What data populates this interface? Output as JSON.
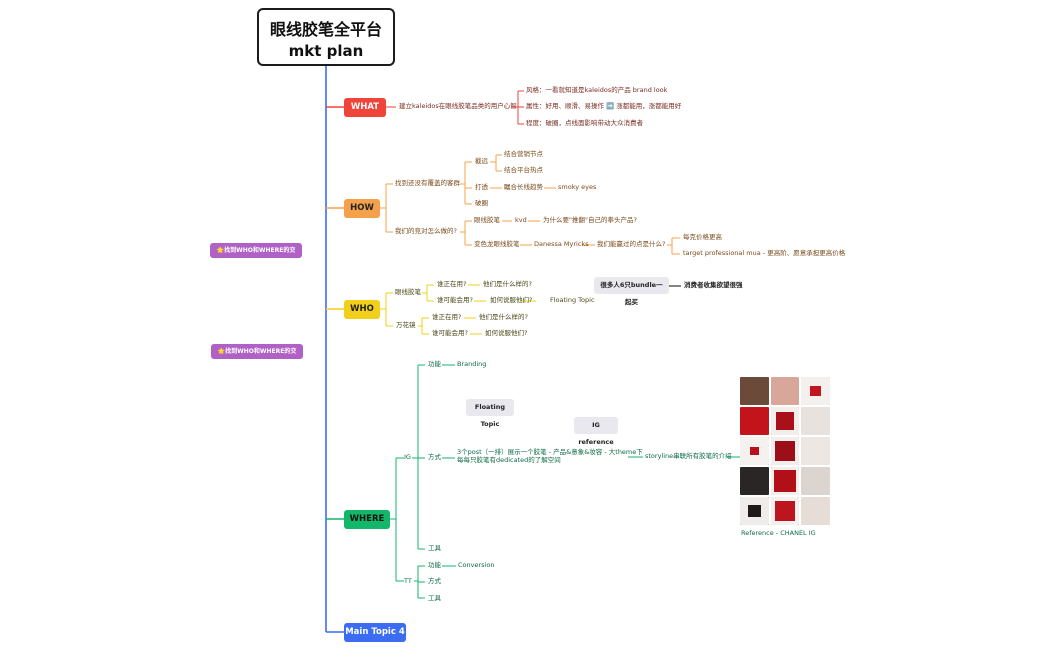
{
  "root": {
    "line1": "眼线胶笔全平台",
    "line2": "mkt plan"
  },
  "side_tags": [
    "🌟找到WHO和WHERE的交集",
    "🌟找到WHO和WHERE的交集"
  ],
  "topics": {
    "what": "WHAT",
    "how": "HOW",
    "who": "WHO",
    "where": "WHERE",
    "main4": "Main Topic 4"
  },
  "colors": {
    "what": "#f0433a",
    "how": "#f5a04a",
    "who": "#f2cf1a",
    "where": "#12b76a",
    "main4": "#3b6cf2",
    "trunk": "#3b6cf2",
    "tag": "#b061c6"
  },
  "what": {
    "main": "建立kaleidos在眼线胶笔品类的用户心智",
    "items": [
      "风格：一看就知道是kaleidos的产品 brand look",
      "属性：好用、顺滑、易操作 ➡️ 涨都能用，涨都能用好",
      "程度：破圈，点线面影响带动大众消费者"
    ]
  },
  "how": {
    "b1": "找到还没有覆盖的客群",
    "b1_items": [
      "截远",
      "打透",
      "破圈"
    ],
    "b1_sub": [
      "结合营销节点",
      "结合平台热点"
    ],
    "b1_trend": "瞩合长线趋势",
    "b1_smoky": "smoky eyes",
    "b2": "我们的竞对怎么做的?",
    "b2_r1": [
      "眼线胶笔",
      "kvd",
      "为什么要\"推翻\"自己的拳头产品?"
    ],
    "b2_r2": [
      "变色龙眼线胶笔",
      "Danessa Myricks",
      "我们能赢过的点是什么?"
    ],
    "b2_r2_sub": [
      "每克价格更高",
      "target professional mua - 更高阶、愿意承担更高价格"
    ]
  },
  "who": {
    "p1": "眼线胶笔",
    "p1_r1": [
      "谁正在用?",
      "他们是什么样的?"
    ],
    "p1_r2": [
      "谁可能会用?",
      "如何说服他们?",
      "Floating Topic"
    ],
    "p2": "万花镜",
    "p2_r1": [
      "谁正在用?",
      "他们是什么样的?"
    ],
    "p2_r2": [
      "谁可能会用?",
      "如何说服他们?"
    ],
    "bundle": "很多人6只bundle一起买",
    "bundle_note": "消费者收集欲望很强"
  },
  "where": {
    "ig": "IG",
    "ig_func": "功能",
    "ig_branding": "Branding",
    "ig_way": "方式",
    "ig_way_desc1": "3个post（一排）展示一个胶笔 - 产品&意象&妆容 - 大theme下",
    "ig_way_desc2": "每每只胶笔有dedicated的了解空间",
    "ig_storyline": "storyline串联所有胶笔的介绍",
    "ig_tool": "工具",
    "float1": "Floating Topic",
    "float2": "IG reference",
    "reference": "Reference - CHANEL IG",
    "tt": "TT",
    "tt_func": "功能",
    "tt_conversion": "Conversion",
    "tt_way": "方式",
    "tt_tool": "工具"
  }
}
